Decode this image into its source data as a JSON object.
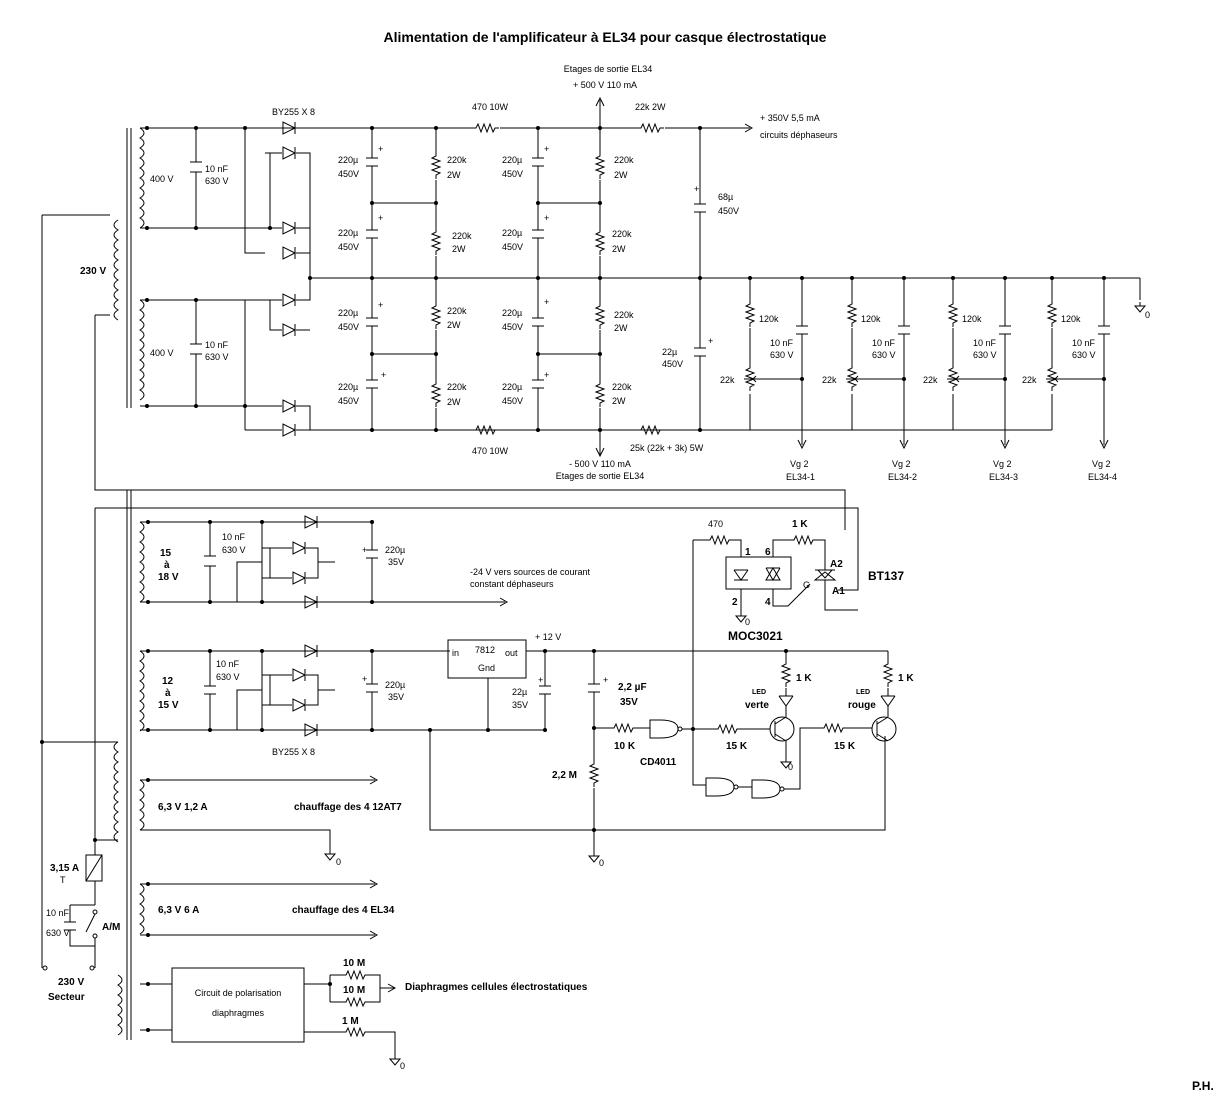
{
  "title": "Alimentation de l'amplificateur à EL34 pour casque électrostatique",
  "hv": {
    "rect_label": "BY255 X 8",
    "sec1": "400 V",
    "sec2": "400 V",
    "primary": "230 V",
    "cap": [
      "10 nF",
      "630 V"
    ],
    "cap220": [
      "220µ",
      "450V"
    ],
    "res220": [
      "220k",
      "2W"
    ],
    "r470": "470 10W",
    "plus_top": [
      "Etages de sortie EL34",
      "+ 500 V 110 mA"
    ],
    "minus_bot": [
      "- 500 V 110 mA",
      "Etages de sortie EL34"
    ],
    "r22k": "22k 2W",
    "out350": [
      "+ 350V  5,5 mA",
      "circuits déphaseurs"
    ],
    "c68": [
      "68µ",
      "450V"
    ],
    "c22": [
      "22µ",
      "450V"
    ],
    "r25k": "25k (22k + 3k) 5W",
    "ground": "0",
    "r120": "120k",
    "pot22": "22k",
    "vg": [
      [
        "Vg 2",
        "EL34-1"
      ],
      [
        "Vg 2",
        "EL34-2"
      ],
      [
        "Vg 2",
        "EL34-3"
      ],
      [
        "Vg 2",
        "EL34-4"
      ]
    ]
  },
  "lv": {
    "sec15": [
      "15",
      "à",
      "18 V"
    ],
    "sec12": [
      "12",
      "à",
      "15 V"
    ],
    "cap": [
      "10 nF",
      "630 V"
    ],
    "c220": [
      "220µ",
      "35V"
    ],
    "minus24": [
      "-24 V vers sources de courant",
      "constant déphaseurs"
    ],
    "reg": [
      "in",
      "7812",
      "out",
      "Gnd"
    ],
    "plus12": "+ 12 V",
    "c22": [
      "22µ",
      "35V"
    ],
    "rect_label": "BY255 X 8",
    "c2u2": [
      "2,2 µF",
      "35V"
    ],
    "r2m2": "2,2 M",
    "r10k": "10 K",
    "gate": "CD4011",
    "r15k": "15 K",
    "r1k": "1 K",
    "led": "LED",
    "verte": "verte",
    "rouge": "rouge",
    "moc": "MOC3021",
    "pins": [
      "1",
      "6",
      "2",
      "4"
    ],
    "r470": "470",
    "triac": "BT137",
    "triac_pins": [
      "A2",
      "G",
      "A1"
    ]
  },
  "heat": {
    "h1": [
      "6,3 V   1,2 A",
      "chauffage des 4 12AT7"
    ],
    "h2": [
      "6,3 V   6 A",
      "chauffage des 4 EL34"
    ]
  },
  "mains": {
    "fuse": "3,15 A",
    "fuse_type": "T",
    "cap": [
      "10 nF",
      "630 V"
    ],
    "switch": "A/M",
    "label": [
      "230 V",
      "Secteur"
    ]
  },
  "bias": {
    "box": [
      "Circuit de polarisation",
      "diaphragmes"
    ],
    "r1": "10 M",
    "r2": "10 M",
    "r3": "1 M",
    "out": "Diaphragmes cellules électrostatiques"
  },
  "author": "P.H."
}
